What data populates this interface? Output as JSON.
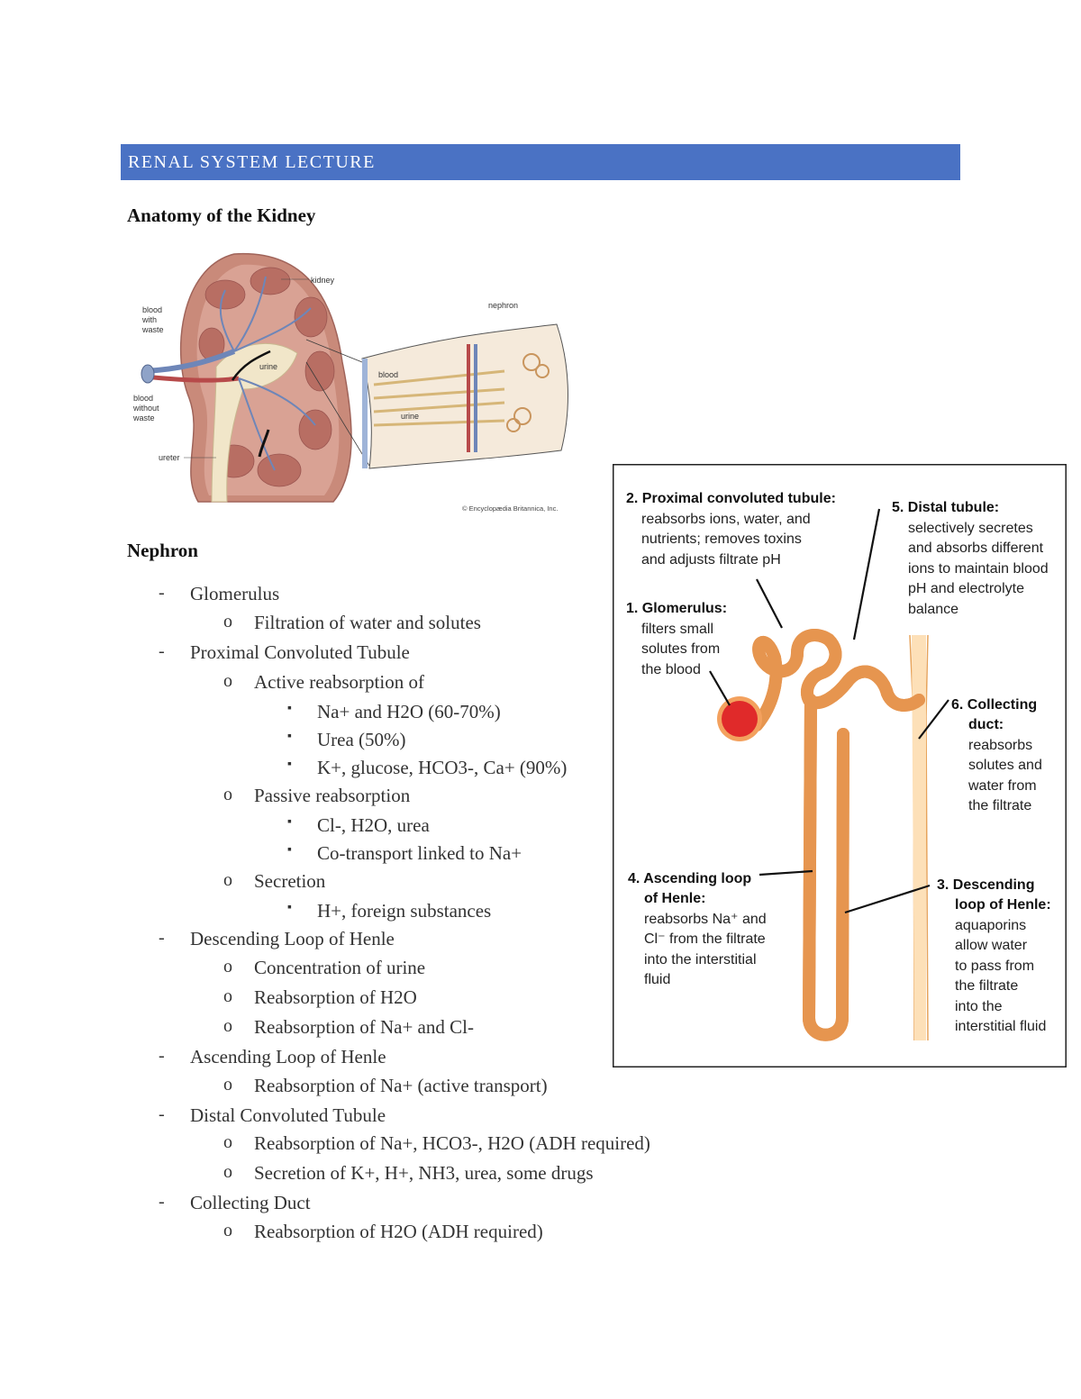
{
  "header": {
    "title": "RENAL SYSTEM LECTURE"
  },
  "sections": {
    "anatomy_heading": "Anatomy of the Kidney",
    "nephron_heading": "Nephron"
  },
  "kidney_figure": {
    "labels": {
      "kidney": "kidney",
      "blood_with_waste": [
        "blood",
        "with",
        "waste"
      ],
      "urine_inner": "urine",
      "blood_without_waste": [
        "blood",
        "without",
        "waste"
      ],
      "ureter": "ureter",
      "nephron": "nephron",
      "blood": "blood",
      "urine": "urine"
    },
    "credit": "© Encyclopædia Britannica, Inc."
  },
  "nephron_figure": {
    "label2_title": "2. Proximal convoluted tubule:",
    "label2_lines": [
      "reabsorbs ions, water, and",
      "nutrients; removes toxins",
      "and adjusts filtrate pH"
    ],
    "label1_title": "1. Glomerulus:",
    "label1_lines": [
      "filters small",
      "solutes from",
      "the blood"
    ],
    "label5_title": "5. Distal tubule:",
    "label5_lines": [
      "selectively secretes",
      "and absorbs different",
      "ions to maintain blood",
      "pH and electrolyte",
      "balance"
    ],
    "label6_title": [
      "6. Collecting",
      "duct:"
    ],
    "label6_lines": [
      "reabsorbs",
      "solutes and",
      "water from",
      "the filtrate"
    ],
    "label4_title": [
      "4. Ascending loop",
      "of Henle:"
    ],
    "label4_lines": [
      "reabsorbs Na⁺ and",
      "Cl⁻ from the filtrate",
      "into the interstitial",
      "fluid"
    ],
    "label3_title": [
      "3. Descending",
      "loop of Henle:"
    ],
    "label3_lines": [
      "aquaporins",
      "allow water",
      "to pass from",
      "the filtrate",
      "into the",
      "interstitial fluid"
    ]
  },
  "outline": [
    {
      "level": 1,
      "marker": "-",
      "text": "Glomerulus"
    },
    {
      "level": 2,
      "marker": "o",
      "text": "Filtration of water and solutes"
    },
    {
      "level": 1,
      "marker": "-",
      "text": "Proximal Convoluted Tubule"
    },
    {
      "level": 2,
      "marker": "o",
      "text": "Active reabsorption of"
    },
    {
      "level": 3,
      "marker": "▪",
      "text": "Na+ and H2O (60-70%)"
    },
    {
      "level": 3,
      "marker": "▪",
      "text": "Urea (50%)"
    },
    {
      "level": 3,
      "marker": "▪",
      "text": "K+, glucose, HCO3-, Ca+ (90%)"
    },
    {
      "level": 2,
      "marker": "o",
      "text": "Passive reabsorption"
    },
    {
      "level": 3,
      "marker": "▪",
      "text": "Cl-, H2O, urea"
    },
    {
      "level": 3,
      "marker": "▪",
      "text": "Co-transport linked to Na+"
    },
    {
      "level": 2,
      "marker": "o",
      "text": "Secretion"
    },
    {
      "level": 3,
      "marker": "▪",
      "text": "H+, foreign substances"
    },
    {
      "level": 1,
      "marker": "-",
      "text": "Descending Loop of Henle"
    },
    {
      "level": 2,
      "marker": "o",
      "text": "Concentration of urine"
    },
    {
      "level": 2,
      "marker": "o",
      "text": "Reabsorption of H2O"
    },
    {
      "level": 2,
      "marker": "o",
      "text": "Reabsorption of Na+ and Cl-"
    },
    {
      "level": 1,
      "marker": "-",
      "text": "Ascending Loop of Henle"
    },
    {
      "level": 2,
      "marker": "o",
      "text": "Reabsorption of Na+ (active transport)"
    },
    {
      "level": 1,
      "marker": "-",
      "text": "Distal Convoluted Tubule"
    },
    {
      "level": 2,
      "marker": "o",
      "text": "Reabsorption of Na+, HCO3-, H2O (ADH required)"
    },
    {
      "level": 2,
      "marker": "o",
      "text": "Secretion of K+, H+, NH3, urea, some drugs"
    },
    {
      "level": 1,
      "marker": "-",
      "text": "Collecting Duct"
    },
    {
      "level": 2,
      "marker": "o",
      "text": "Reabsorption of H2O (ADH required)"
    }
  ]
}
